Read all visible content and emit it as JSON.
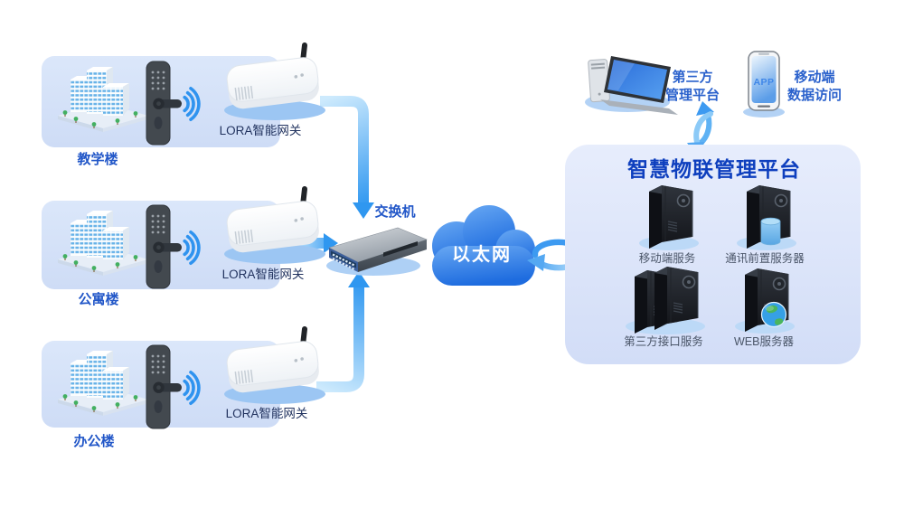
{
  "diagram": {
    "groups": [
      {
        "building": "教学楼",
        "gateway": "LORA智能网关"
      },
      {
        "building": "公寓楼",
        "gateway": "LORA智能网关"
      },
      {
        "building": "办公楼",
        "gateway": "LORA智能网关"
      }
    ],
    "network": {
      "switch": "交换机",
      "cloud": "以太网"
    },
    "external": {
      "third_party": {
        "line1": "第三方",
        "line2": "管理平台"
      },
      "mobile": {
        "line1": "移动端",
        "line2": "数据访问",
        "app_badge": "APP"
      }
    },
    "platform": {
      "title": "智慧物联管理平台",
      "servers": [
        {
          "label": "移动端服务"
        },
        {
          "label": "通讯前置服务器"
        },
        {
          "label": "第三方接口服务"
        },
        {
          "label": "WEB服务器"
        }
      ]
    },
    "colors": {
      "accent_blue": "#2f97f0",
      "label_blue": "#2257c8",
      "gateway_label": "#22335f",
      "title_blue": "#0e3fbe",
      "server_label": "#4a5568",
      "card_bg": "#d7e3f8",
      "panel_bg": "#dde6f9",
      "cloud_blue": "#2f7ce6"
    }
  }
}
